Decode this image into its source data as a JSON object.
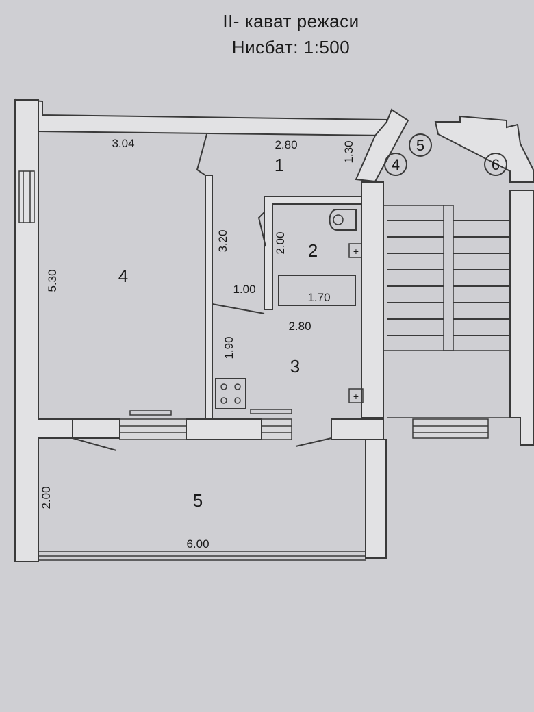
{
  "header": {
    "title": "II- кават режаси",
    "scale": "Нисбат: 1:500"
  },
  "rooms": [
    {
      "id": "1",
      "label": "1"
    },
    {
      "id": "2",
      "label": "2"
    },
    {
      "id": "3",
      "label": "3"
    },
    {
      "id": "4",
      "label": "4"
    },
    {
      "id": "5",
      "label": "5"
    }
  ],
  "stair_markers": [
    "4",
    "5",
    "6"
  ],
  "dimensions": {
    "room4_width": "3.04",
    "room4_length": "5.30",
    "room1_width": "2.80",
    "room1_depth": "1.30",
    "corridor_length": "3.20",
    "door_width": "1.00",
    "room2_length": "2.00",
    "bath_length": "1.70",
    "room3_width": "2.80",
    "room3_length": "1.90",
    "balcony_depth": "2.00",
    "balcony_length": "6.00"
  },
  "colors": {
    "background": "#cfcfd3",
    "lines": "#3a3a3a",
    "text": "#1a1a1a"
  }
}
